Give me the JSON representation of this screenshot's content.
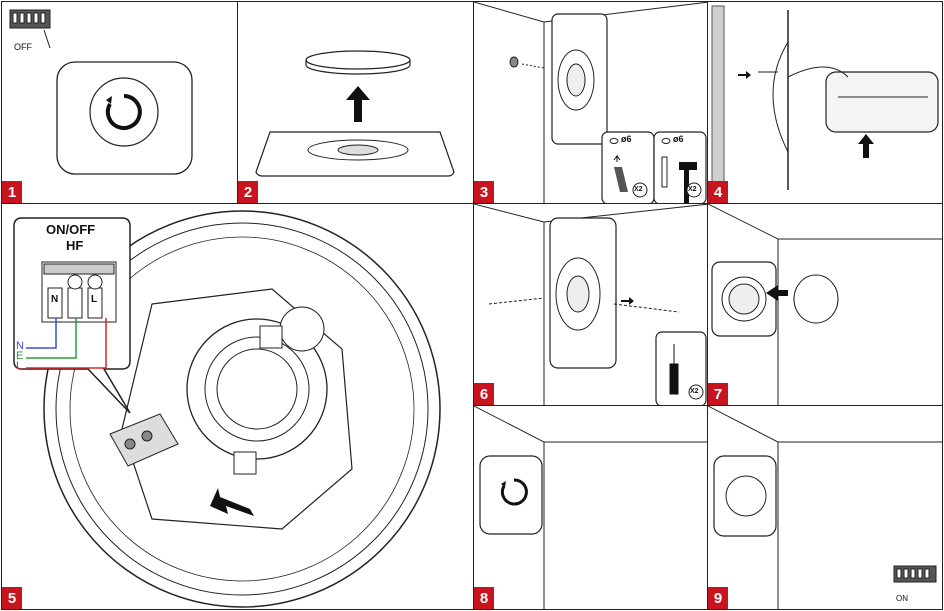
{
  "steps": [
    {
      "number": "1",
      "power_state": "OFF"
    },
    {
      "number": "2"
    },
    {
      "number": "3",
      "drill_diameter": "ø6",
      "screw_diameter": "ø6",
      "drill_count": "X2",
      "hammer_count": "X2"
    },
    {
      "number": "4"
    },
    {
      "number": "5",
      "switch_label_line1": "ON/OFF",
      "switch_label_line2": "HF",
      "terminals": [
        "N",
        "",
        "L"
      ],
      "wires": [
        {
          "name": "N",
          "color": "#3a4fd6"
        },
        {
          "name": "E",
          "color": "#2e9a3a"
        },
        {
          "name": "L",
          "color": "#d42a2a"
        }
      ]
    },
    {
      "number": "6",
      "screw_count": "X2"
    },
    {
      "number": "7"
    },
    {
      "number": "8"
    },
    {
      "number": "9",
      "power_state": "ON"
    }
  ],
  "colors": {
    "step_badge": "#c8141e",
    "line": "#222222"
  }
}
